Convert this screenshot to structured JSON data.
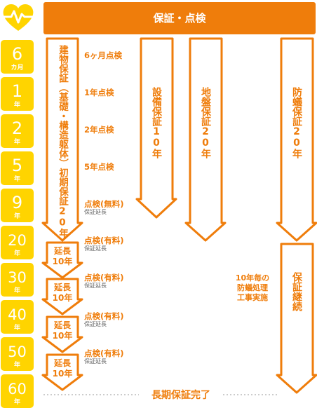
{
  "header": {
    "title": "保証・点検"
  },
  "colors": {
    "orange": "#EF7D0B",
    "yellow": "#FFD400",
    "year_text": "#EF7D0B",
    "gray_text": "#666666",
    "dot_line": "#BBBBBB"
  },
  "icon": "heart-pulse-icon",
  "timeline": [
    {
      "num": "6",
      "unit": "カ月"
    },
    {
      "num": "1",
      "unit": "年"
    },
    {
      "num": "2",
      "unit": "年"
    },
    {
      "num": "5",
      "unit": "年"
    },
    {
      "num": "9",
      "unit": "年"
    },
    {
      "num": "20",
      "unit": "年"
    },
    {
      "num": "30",
      "unit": "年"
    },
    {
      "num": "40",
      "unit": "年"
    },
    {
      "num": "50",
      "unit": "年"
    },
    {
      "num": "60",
      "unit": "年"
    }
  ],
  "building_warranty": "建物保証（基礎・構造躯体）初期保証20年",
  "extension_label": [
    "延長",
    "10年"
  ],
  "inspections": [
    {
      "main": "6ヶ月点検",
      "sub": ""
    },
    {
      "main": "1年点検",
      "sub": ""
    },
    {
      "main": "2年点検",
      "sub": ""
    },
    {
      "main": "5年点検",
      "sub": ""
    },
    {
      "main": "点検(無料)",
      "sub": "保証延長"
    },
    {
      "main": "点検(有料)",
      "sub": "保証延長"
    },
    {
      "main": "点検(有料)",
      "sub": "保証延長"
    },
    {
      "main": "点検(有料)",
      "sub": "保証延長"
    },
    {
      "main": "点検(有料)",
      "sub": "保証延長"
    }
  ],
  "equipment_warranty": "設備保証10年",
  "ground_warranty": "地盤保証20年",
  "termite_warranty": "防蟻保証20年",
  "termite_note": [
    "10年毎の",
    "防蟻処理",
    "工事実施"
  ],
  "warranty_continue": "保証継続",
  "footer": "長期保証完了"
}
